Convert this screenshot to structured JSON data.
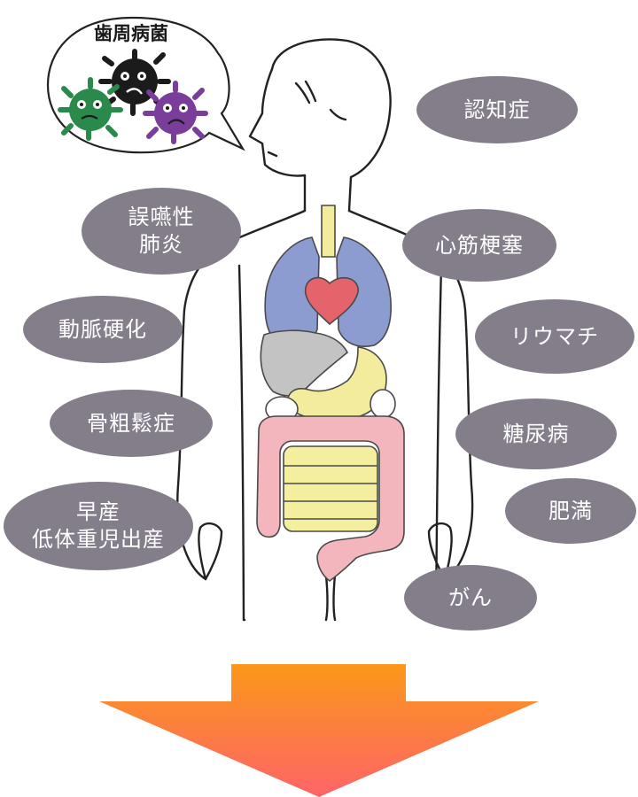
{
  "speech_bubble": {
    "title": "歯周病菌"
  },
  "diseases": {
    "dementia": "認知症",
    "aspiration_pneumonia": [
      "誤嚥性",
      "肺炎"
    ],
    "myocardial_infarction": "心筋梗塞",
    "arteriosclerosis": "動脈硬化",
    "rheumatism": "リウマチ",
    "osteoporosis": "骨粗鬆症",
    "diabetes": "糖尿病",
    "preterm_birth": [
      "早産",
      "低体重児出産"
    ],
    "obesity": "肥満",
    "cancer": "がん"
  },
  "colors": {
    "pill": "#847e8b",
    "lungs": "#8c9cd0",
    "heart": "#e5646b",
    "liver": "#c3c3c3",
    "stomach": "#f2ec9c",
    "intestine_large": "#f3b6bd",
    "intestine_small": "#f4ee9f",
    "germ_black": "#1b1b1b",
    "germ_green": "#2a8a4c",
    "germ_purple": "#7a3e9a",
    "arrow_top": "#fb9819",
    "arrow_bottom": "#fe6468"
  }
}
